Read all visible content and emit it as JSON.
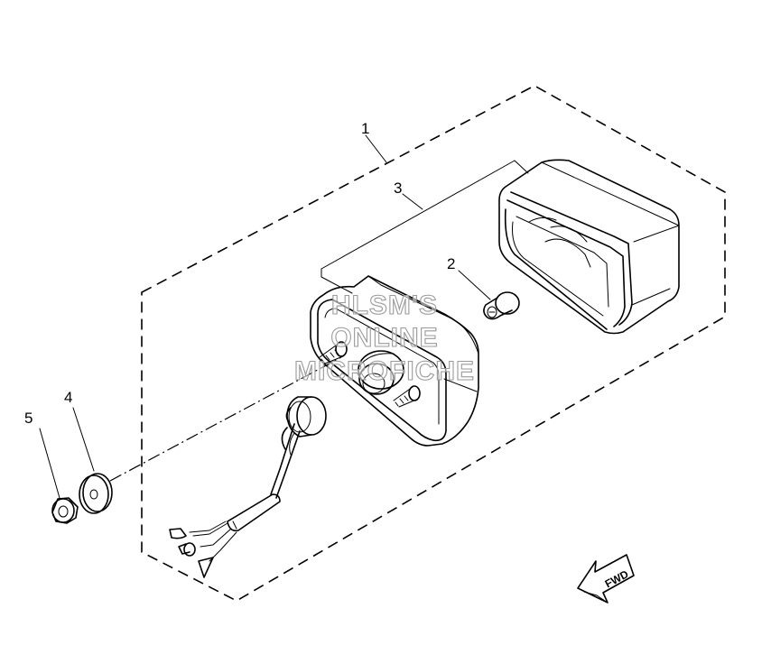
{
  "callouts": [
    {
      "id": "1",
      "label": "1"
    },
    {
      "id": "2",
      "label": "2"
    },
    {
      "id": "3",
      "label": "3"
    },
    {
      "id": "4",
      "label": "4"
    },
    {
      "id": "5",
      "label": "5"
    }
  ],
  "watermark": {
    "line1": "HLSM'S",
    "line2": "ONLINE",
    "line3": "MICROFICHE"
  },
  "direction_arrow": {
    "label": "FWD"
  }
}
